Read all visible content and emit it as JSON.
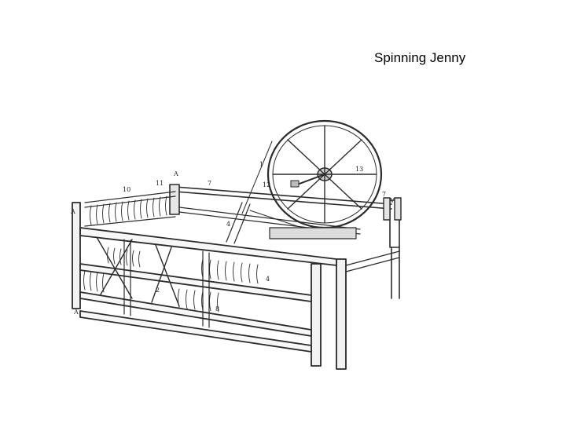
{
  "slide": {
    "title": "Spinning Jenny"
  },
  "illustration": {
    "labels": {
      "a_top": "A",
      "a_left": "A",
      "a_bottom": "A",
      "num_11": "11",
      "num_10": "10",
      "num_7_top": "7",
      "num_7_right": "7",
      "num_1": "1",
      "num_12": "12",
      "num_13": "13",
      "num_2": "2",
      "num_4_left": "4",
      "num_4_right": "4",
      "num_8": "8",
      "v_right": "V"
    }
  }
}
